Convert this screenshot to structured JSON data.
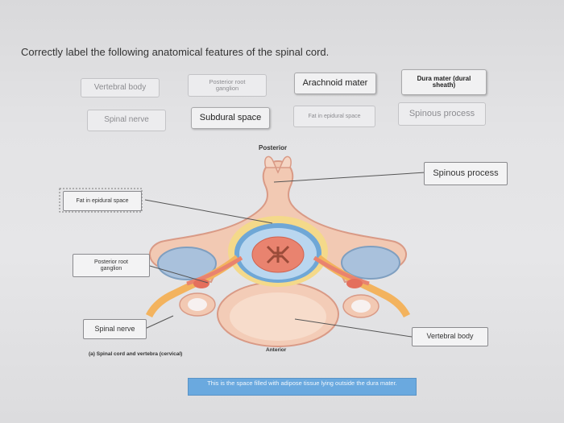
{
  "question": "Correctly label the following anatomical features of the spinal cord.",
  "label_bank": [
    {
      "text": "Vertebral body",
      "state": "used"
    },
    {
      "text": "Posterior root ganglion",
      "state": "used"
    },
    {
      "text": "Arachnoid mater",
      "state": "available"
    },
    {
      "text": "Dura mater (dural sheath)",
      "state": "available"
    },
    {
      "text": "Spinal nerve",
      "state": "used"
    },
    {
      "text": "Subdural space",
      "state": "available"
    },
    {
      "text": "Fat in epidural space",
      "state": "used"
    },
    {
      "text": "Spinous process",
      "state": "used"
    }
  ],
  "diagram": {
    "posterior": "Posterior",
    "anterior": "Anterior",
    "caption": "(a) Spinal cord and vertebra (cervical)"
  },
  "placed_labels": {
    "fat": "Fat in epidural space",
    "ganglion": "Posterior root ganglion",
    "spinal_nerve": "Spinal nerve",
    "spinous": "Spinous process",
    "vertebral": "Vertebral body"
  },
  "tooltip": "This is the space filled with adipose tissue lying outside the dura mater.",
  "colors": {
    "bone": "#f2c9b3",
    "bone_edge": "#d99a86",
    "tooltip": "#6aa9df",
    "nerve": "#f3b35e",
    "cord": "#e9836f"
  }
}
